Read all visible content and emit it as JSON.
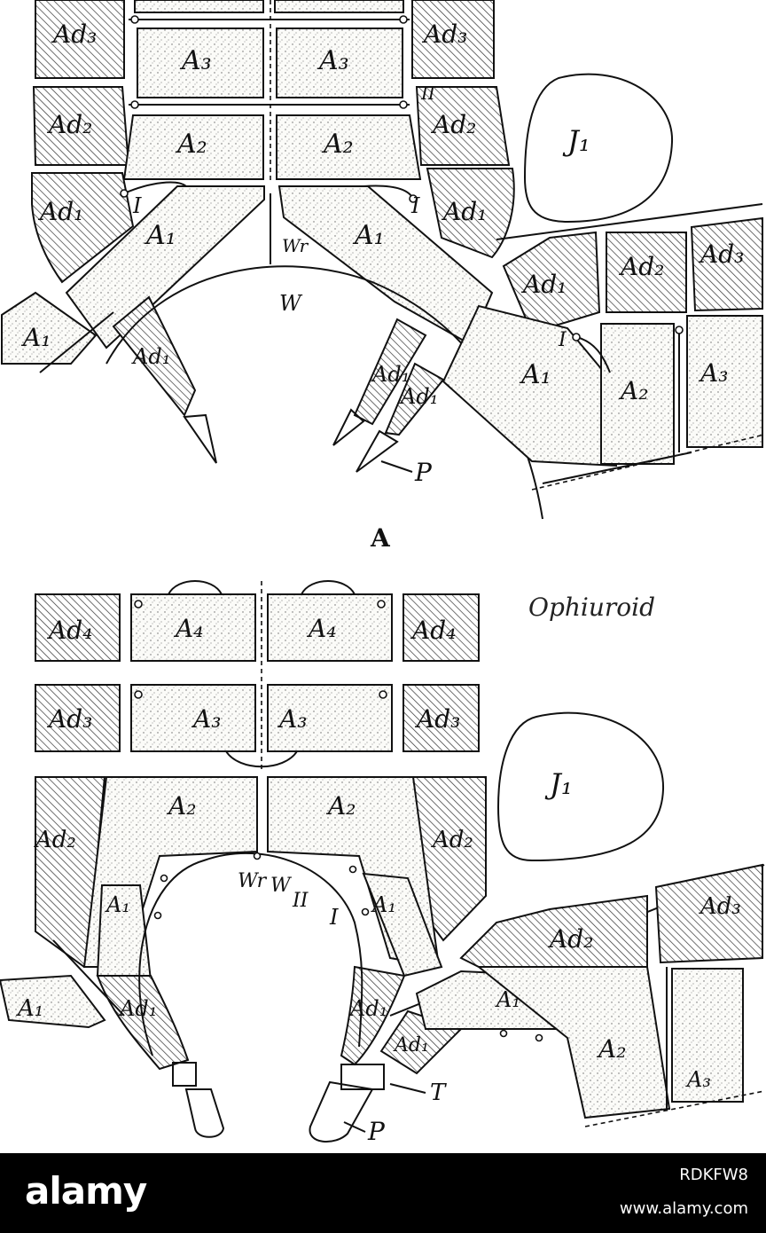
{
  "figure": {
    "caption_panel_a": "A",
    "caption_ophiuroid": "Ophiuroid",
    "top_labels": {
      "ad3": "Ad₃",
      "a3": "A₃",
      "ii": "II",
      "ad2": "Ad₂",
      "a2": "A₂",
      "ad1": "Ad₁",
      "a1": "A₁",
      "i": "I",
      "wr": "Wr",
      "w": "W",
      "j1": "J₁",
      "p": "P"
    },
    "bottom_labels": {
      "ad4": "Ad₄",
      "a4": "A₄",
      "ad3": "Ad₃",
      "a3": "A₃",
      "ad2": "Ad₂",
      "a2": "A₂",
      "a1": "A₁",
      "ad1": "Ad₁",
      "j1": "J₁",
      "wr": "Wr",
      "w": "W",
      "ii": "II",
      "i": "I",
      "t": "T",
      "p": "P"
    }
  },
  "watermark": {
    "logo": "alamy",
    "stock_id": "RDKFW8",
    "url": "www.alamy.com"
  }
}
